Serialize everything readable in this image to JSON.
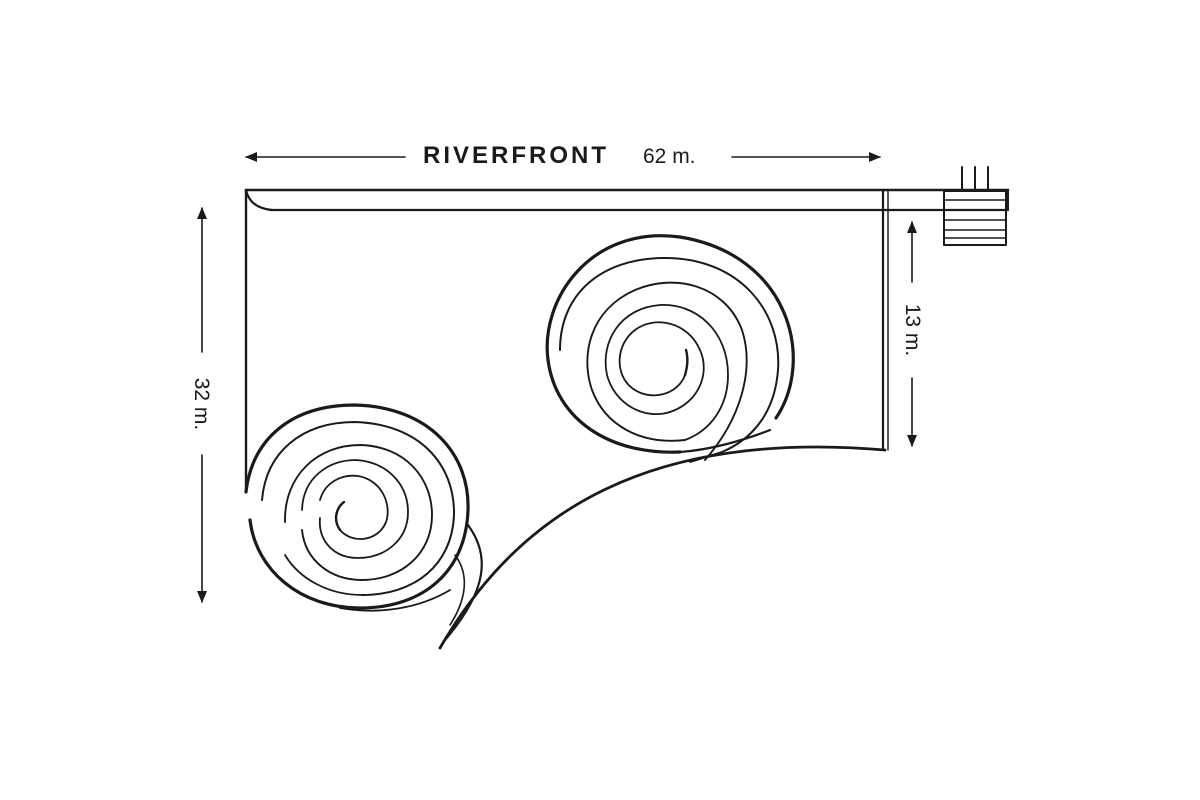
{
  "diagram": {
    "top_label": "RIVERFRONT",
    "top_dimension": "62 m.",
    "left_dimension": "32 m.",
    "right_dimension": "13 m."
  }
}
